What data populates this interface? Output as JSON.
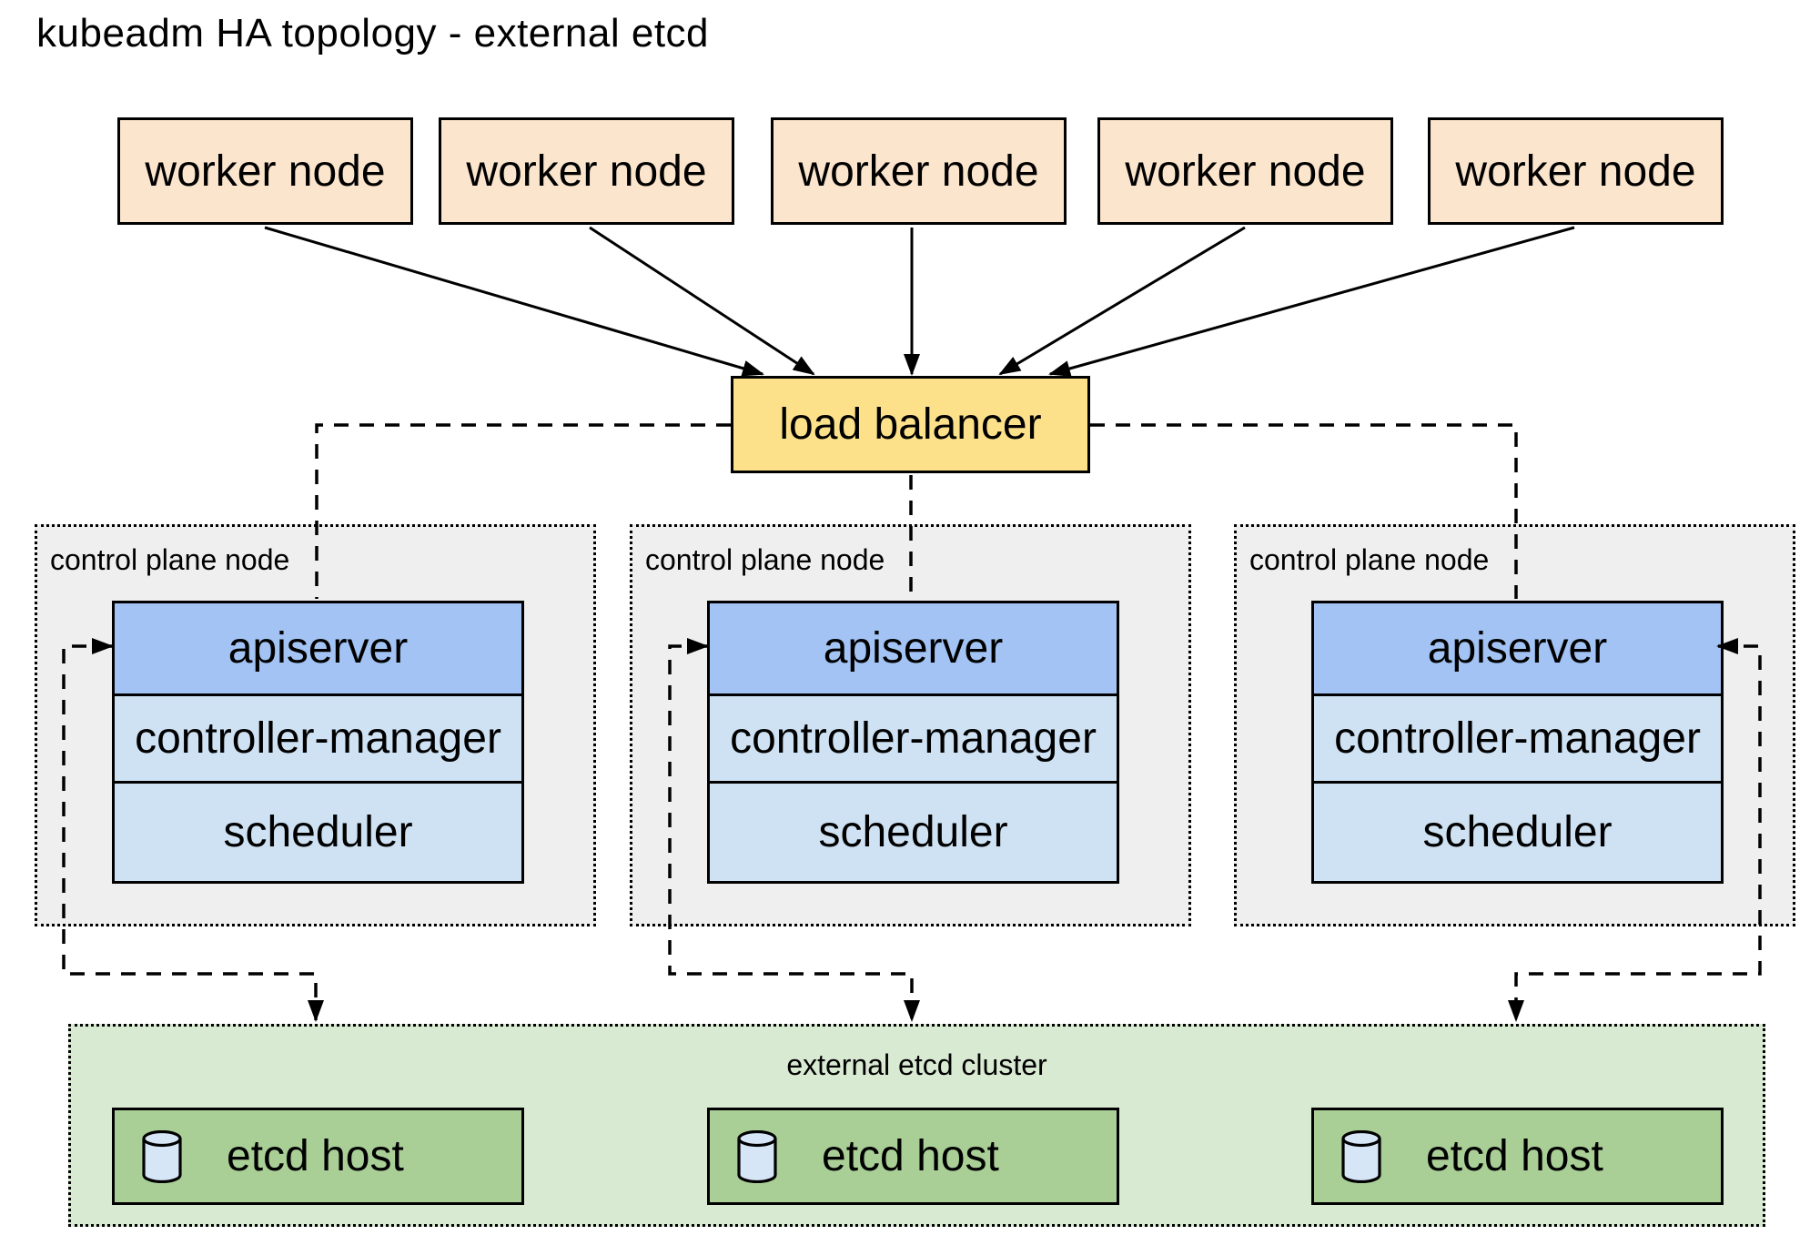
{
  "title": "kubeadm HA topology - external etcd",
  "colors": {
    "background": "#ffffff",
    "ink": "#000000",
    "worker_fill": "#fce5cd",
    "load_balancer_fill": "#fce08a",
    "control_plane_bg": "#efefef",
    "apiserver_fill": "#a2c3f3",
    "component_fill": "#cfe2f3",
    "etcd_cluster_bg": "#d9ead3",
    "etcd_host_fill": "#a9cf97",
    "cylinder_fill": "#d7e6f7"
  },
  "workers": [
    {
      "label": "worker node"
    },
    {
      "label": "worker node"
    },
    {
      "label": "worker node"
    },
    {
      "label": "worker node"
    },
    {
      "label": "worker node"
    }
  ],
  "load_balancer": {
    "label": "load balancer"
  },
  "control_planes": [
    {
      "label": "control plane node",
      "components": [
        "apiserver",
        "controller-manager",
        "scheduler"
      ]
    },
    {
      "label": "control plane node",
      "components": [
        "apiserver",
        "controller-manager",
        "scheduler"
      ]
    },
    {
      "label": "control plane node",
      "components": [
        "apiserver",
        "controller-manager",
        "scheduler"
      ]
    }
  ],
  "etcd_cluster": {
    "label": "external etcd cluster",
    "hosts": [
      {
        "label": "etcd host",
        "icon": "database-cylinder-icon"
      },
      {
        "label": "etcd host",
        "icon": "database-cylinder-icon"
      },
      {
        "label": "etcd host",
        "icon": "database-cylinder-icon"
      }
    ]
  }
}
